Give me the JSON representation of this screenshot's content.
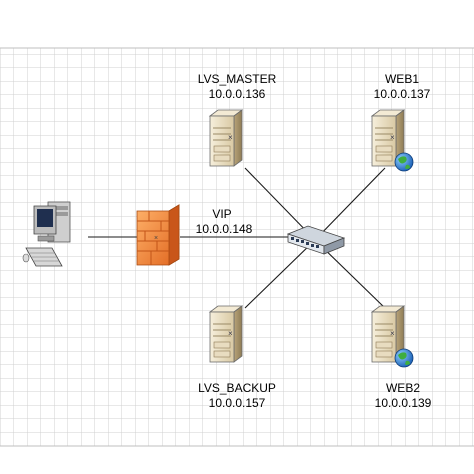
{
  "nodes": {
    "lvs_master": {
      "name": "LVS_MASTER",
      "ip": "10.0.0.136"
    },
    "web1": {
      "name": "WEB1",
      "ip": "10.0.0.137"
    },
    "vip": {
      "name": "VIP",
      "ip": "10.0.0.148"
    },
    "lvs_backup": {
      "name": "LVS_BACKUP",
      "ip": "10.0.0.157"
    },
    "web2": {
      "name": "WEB2",
      "ip": "10.0.0.139"
    },
    "client": {
      "icon": "desktop-computer-icon"
    },
    "firewall": {
      "icon": "firewall-icon"
    },
    "switch": {
      "icon": "network-switch-icon"
    }
  },
  "colors": {
    "grid": "#cfcfcf",
    "grid_border": "#8a8a8a",
    "link": "#1a1a1a",
    "server_body": "#e9dcc0",
    "firewall_brick": "#f08a3c",
    "globe": "#1e7fd6"
  }
}
